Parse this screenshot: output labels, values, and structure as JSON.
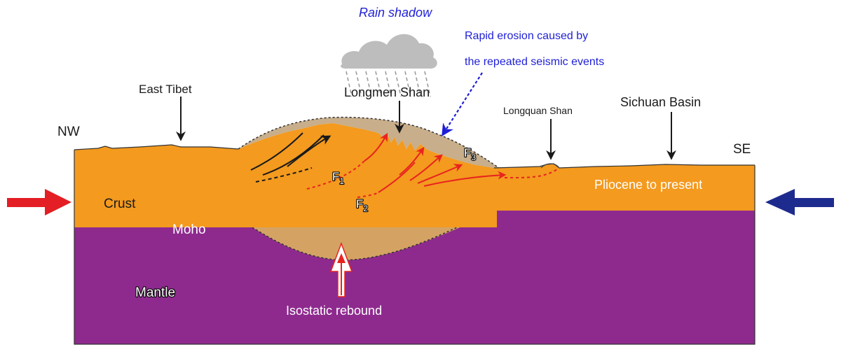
{
  "labels": {
    "rain_shadow": "Rain shadow",
    "erosion_line1": "Rapid erosion caused by",
    "erosion_line2": "the repeated seismic events",
    "east_tibet": "East Tibet",
    "longmen_shan": "Longmen Shan",
    "longquan_shan": "Longquan Shan",
    "sichuan_basin": "Sichuan Basin",
    "nw": "NW",
    "se": "SE",
    "crust": "Crust",
    "moho": "Moho",
    "mantle": "Mantle",
    "pliocene": "Pliocene to present",
    "isostatic_rebound": "Isostatic rebound"
  },
  "faults": {
    "f1": "F",
    "f1_sub": "1",
    "f2": "F",
    "f2_sub": "2",
    "f3": "F",
    "f3_sub": "3"
  },
  "colors": {
    "crust": "#f39a1f",
    "mantle": "#8e2a8e",
    "eroded_rock": "#c8ae8a",
    "crustal_root": "#d4a364",
    "cloud": "#bdbdbd",
    "fault_red": "#e8231e",
    "compression_red": "#e31e24",
    "compression_blue": "#1e2b8e",
    "annotation_blue": "#1f1fd6"
  },
  "icons": {
    "cloud": "cloud-icon",
    "rain": "rain-icon",
    "left_compression_arrow": "arrow-right-icon",
    "right_compression_arrow": "arrow-left-icon",
    "rebound_arrow": "arrow-up-icon"
  }
}
